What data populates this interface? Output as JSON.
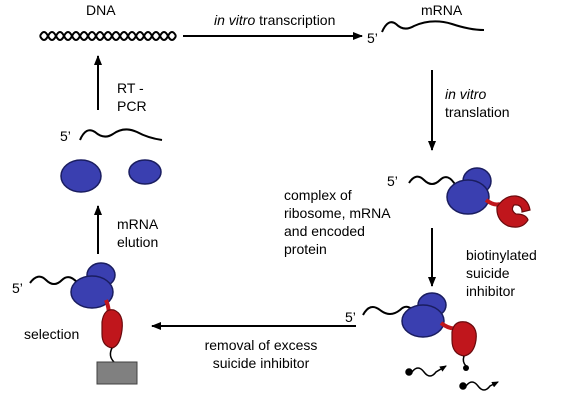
{
  "labels": {
    "dna": "DNA",
    "transcription_italic": "in vitro",
    "transcription": " transcription",
    "mrna": "mRNA",
    "five_prime": "5’",
    "rtpcr_line1": "RT -",
    "rtpcr_line2": "PCR",
    "translation_italic": "in vitro",
    "translation": "translation",
    "complex_line1": "complex of",
    "complex_line2": "ribosome, mRNA",
    "complex_line3": "and encoded",
    "complex_line4": "protein",
    "biotin_line1": "biotinylated",
    "biotin_line2": "suicide",
    "biotin_line3": "inhibitor",
    "elution_line1": "mRNA",
    "elution_line2": "elution",
    "selection": "selection",
    "removal_line1": "removal of excess",
    "removal_line2": "suicide inhibitor"
  },
  "colors": {
    "ribosome": "#3a3fb0",
    "protein": "#c0161c",
    "surface": "#808080"
  }
}
